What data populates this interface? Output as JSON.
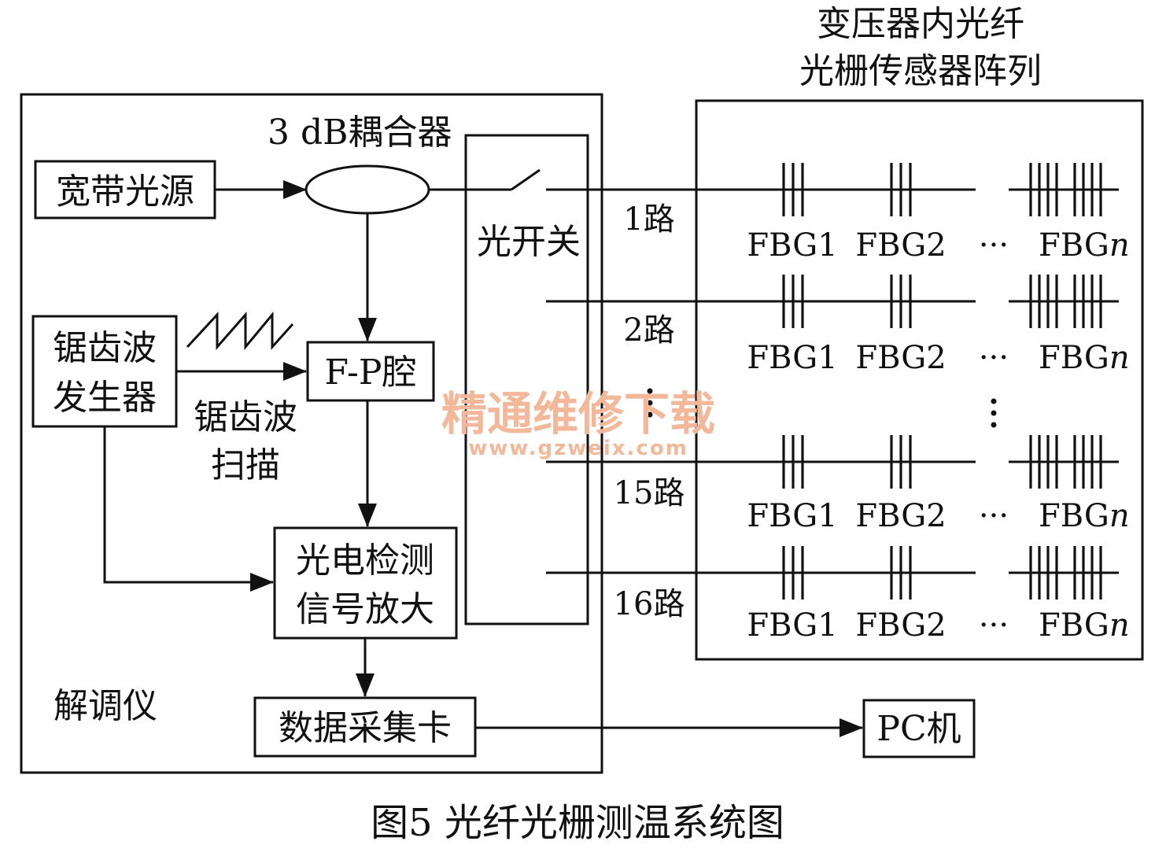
{
  "title_array": [
    "变压器内光纤",
    "光栅传感器阵列"
  ],
  "demodulator_label": "解调仪",
  "coupler_label": "3 dB耦合器",
  "broadband_source": "宽带光源",
  "optical_switch": "光开关",
  "sawtooth_generator": [
    "锯齿波",
    "发生器"
  ],
  "sawtooth_scan": [
    "锯齿波",
    "扫描"
  ],
  "fp_cavity": "F-P腔",
  "photo_detect": [
    "光电检测",
    "信号放大"
  ],
  "daq_card": "数据采集卡",
  "pc": "PC机",
  "channels": [
    {
      "label": "1路",
      "sensors": [
        "FBG1",
        "FBG2",
        "FBG"
      ],
      "ellipsis": "···"
    },
    {
      "label": "2路",
      "sensors": [
        "FBG1",
        "FBG2",
        "FBG"
      ],
      "ellipsis": "···"
    },
    {
      "label": "15路",
      "sensors": [
        "FBG1",
        "FBG2",
        "FBG"
      ],
      "ellipsis": "···"
    },
    {
      "label": "16路",
      "sensors": [
        "FBG1",
        "FBG2",
        "FBG"
      ],
      "ellipsis": "···"
    }
  ],
  "fbg_n_suffix": "n",
  "caption": "图5  光纤光栅测温系统图",
  "watermark": {
    "cn": "精通维修下载",
    "url": "www.gzweix.com"
  }
}
